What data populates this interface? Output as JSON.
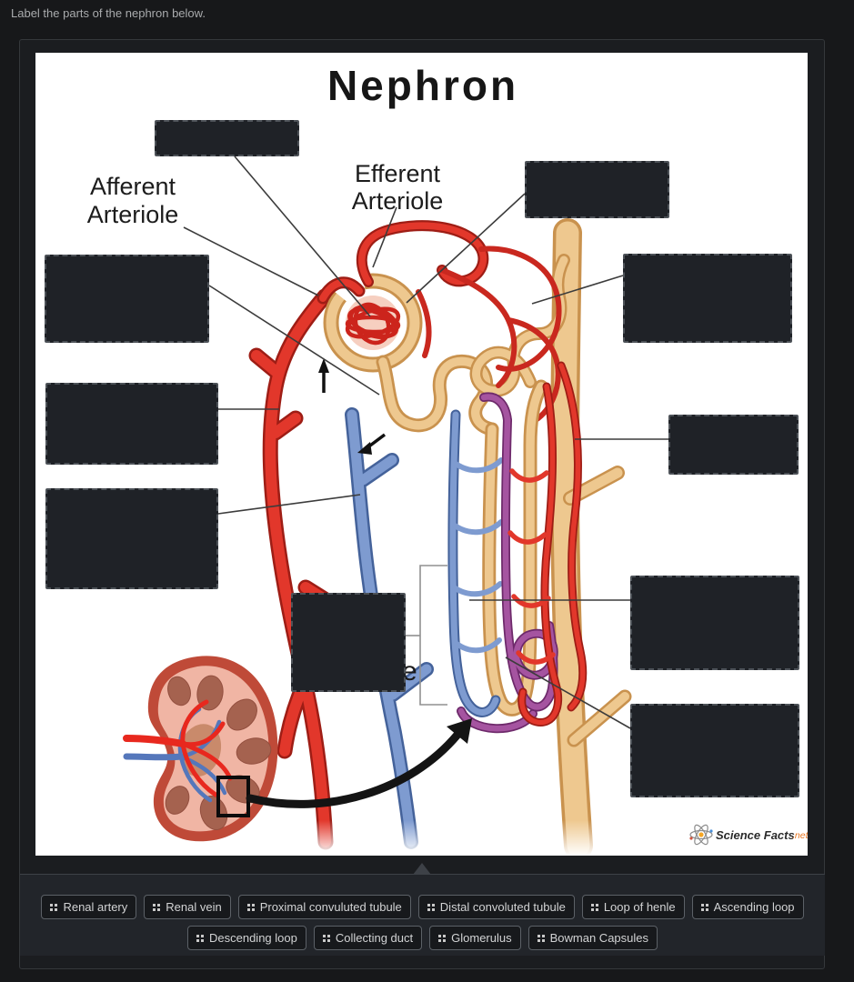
{
  "instruction": "Label the parts of the nephron below.",
  "diagram": {
    "title": "Nephron",
    "labels": {
      "afferent": {
        "line1": "Afferent",
        "line2": "Arteriole"
      },
      "efferent": {
        "line1": "Efferent",
        "line2": "Arteriole"
      },
      "partial_letter": "e"
    },
    "watermark": {
      "brand": "Science Facts",
      "suffix": ".net"
    }
  },
  "chips": [
    {
      "label": "Renal artery"
    },
    {
      "label": "Renal vein"
    },
    {
      "label": "Proximal convuluted tubule"
    },
    {
      "label": "Distal convoluted tubule"
    },
    {
      "label": "Loop of henle"
    },
    {
      "label": "Ascending loop"
    },
    {
      "label": "Descending loop"
    },
    {
      "label": "Collecting duct"
    },
    {
      "label": "Glomerulus"
    },
    {
      "label": "Bowman Capsules"
    }
  ],
  "colors": {
    "artery_red": "#e2372b",
    "vein_blue": "#7e9bd0",
    "tubule_tan": "#eec88f",
    "ascending_purple": "#a554a0",
    "duct_outline": "#c9924e",
    "logo_orange": "#e87722",
    "panel_bg": "#1b1d20",
    "tray_bg": "#22252a",
    "dropzone_bg": "#1f2227"
  }
}
